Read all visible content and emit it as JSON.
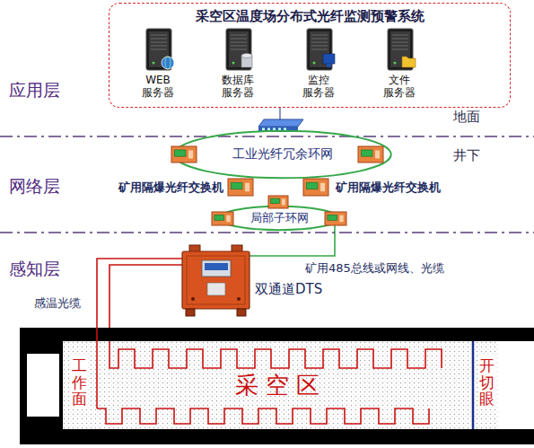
{
  "diagram": {
    "nodes": [
      {
        "text": [
          "采空区温度场分布式光纤监测预警系统"
        ]
      },
      {
        "text": [
          "WEB 服务器"
        ],
        "in": 0
      },
      {
        "text": [
          "数据库 服务器"
        ],
        "in": 0
      },
      {
        "text": [
          "监控 服务器"
        ],
        "in": 0
      },
      {
        "text": [
          "文件 服务器"
        ],
        "in": 0
      },
      {
        "text": [
          "工业光纤冗余环网"
        ]
      },
      {
        "text": [
          "矿用隔爆光纤交换机"
        ]
      },
      {
        "text": [
          "矿用隔爆光纤交换机"
        ]
      },
      {
        "text": [
          "局部子环网"
        ]
      },
      {
        "text": [
          "双通道DTS"
        ]
      },
      {
        "text": [
          "采空区"
        ]
      }
    ],
    "edges": [
      {
        "from": 0,
        "to": 5,
        "arrow": "none"
      },
      {
        "from": 8,
        "to": 9,
        "arrow": "none",
        "label": "矿用485总线或网线、光缆"
      },
      {
        "from": 9,
        "to": 10,
        "arrow": "none",
        "label": "感温光缆"
      }
    ],
    "labels": [
      "应用层",
      "地面",
      "井下",
      "网络层",
      "感知层",
      "工作面",
      "开切眼"
    ]
  }
}
